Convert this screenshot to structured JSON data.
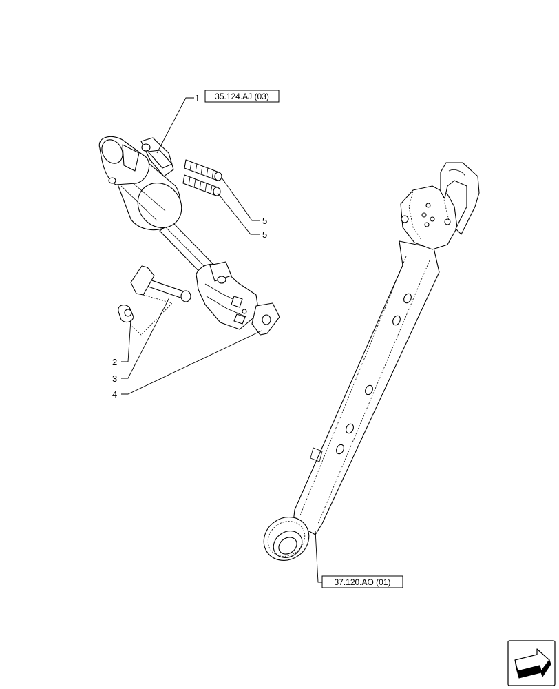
{
  "refs": {
    "ref_top": "35.124.AJ (03)",
    "ref_bottom": "37.120.AO (01)"
  },
  "callouts": {
    "c1": "1",
    "c2": "2",
    "c3": "3",
    "c4": "4",
    "c5a": "5",
    "c5b": "5"
  },
  "icons": {
    "nav": "next-page-arrow-icon"
  }
}
